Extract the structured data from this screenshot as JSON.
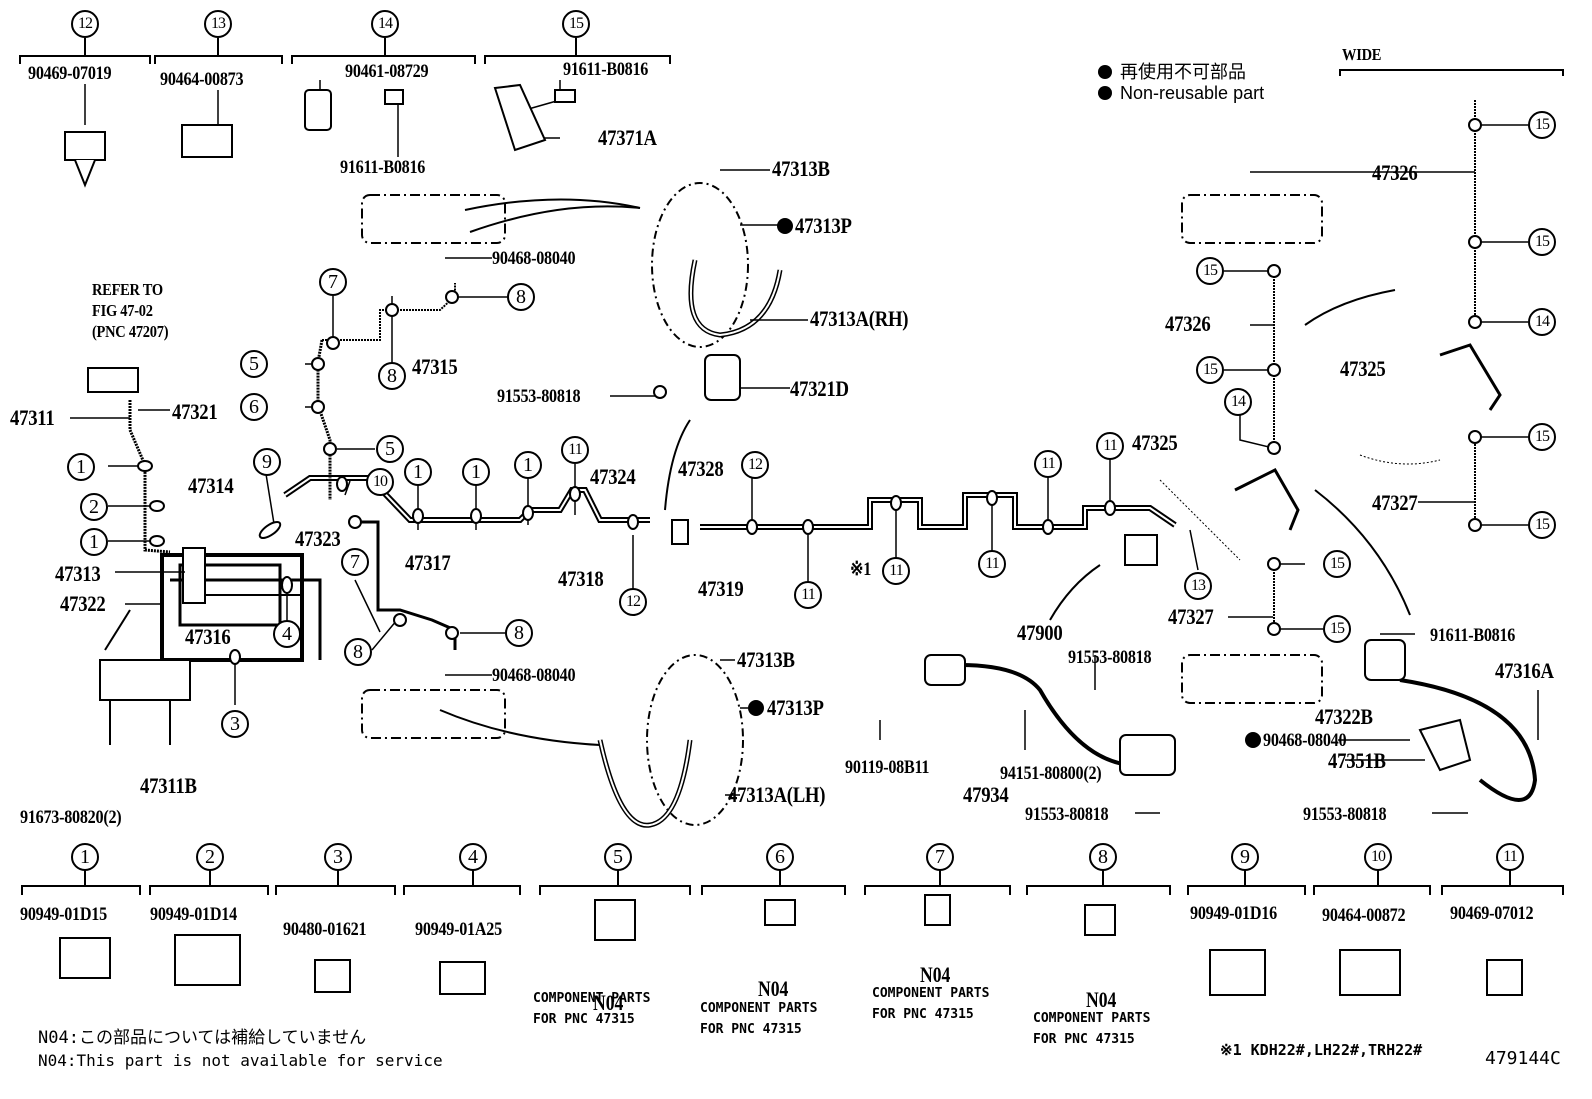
{
  "figure_code": "479144C",
  "legend": {
    "non_reusable_jp": "再使用不可部品",
    "non_reusable_en": "Non-reusable part"
  },
  "wide_label": "WIDE",
  "refer_note": [
    "REFER TO",
    "FIG 47-02",
    "(PNC 47207)"
  ],
  "footnote_variant": "※1 KDH22#,LH22#,TRH22#",
  "n04_note_jp": "N04:この部品については補給していません",
  "n04_note_en": "N04:This part is not available for service",
  "top_callouts": [
    {
      "num": "12",
      "part": "90469-07019"
    },
    {
      "num": "13",
      "part": "90464-00873"
    },
    {
      "num": "14",
      "parts": [
        "90461-08729",
        "91611-B0816"
      ]
    },
    {
      "num": "15",
      "parts": [
        "91611-B0816",
        "47371A"
      ]
    }
  ],
  "bottom_callouts": [
    {
      "num": "1",
      "part": "90949-01D15"
    },
    {
      "num": "2",
      "part": "90949-01D14"
    },
    {
      "num": "3",
      "part": "90480-01621"
    },
    {
      "num": "4",
      "part": "90949-01A25"
    },
    {
      "num": "5",
      "part": "N04",
      "note": [
        "COMPONENT PARTS",
        "FOR PNC 47315"
      ]
    },
    {
      "num": "6",
      "part": "N04",
      "note": [
        "COMPONENT PARTS",
        "FOR PNC 47315"
      ]
    },
    {
      "num": "7",
      "part": "N04",
      "note": [
        "COMPONENT PARTS",
        "FOR PNC 47315"
      ]
    },
    {
      "num": "8",
      "part": "N04",
      "note": [
        "COMPONENT PARTS",
        "FOR PNC 47315"
      ]
    },
    {
      "num": "9",
      "part": "90949-01D16"
    },
    {
      "num": "10",
      "part": "90464-00872"
    },
    {
      "num": "11",
      "part": "90469-07012"
    }
  ],
  "part_labels": {
    "p47311": "47311",
    "p47321": "47321",
    "p47314": "47314",
    "p47313": "47313",
    "p47322": "47322",
    "p47316": "47316",
    "p47323": "47323",
    "p47311B": "47311B",
    "p91673": "91673-80820(2)",
    "p47315": "47315",
    "p90468_top": "90468-08040",
    "p47313B_top": "47313B",
    "p47313P_top": "47313P",
    "p47313A_RH": "47313A(RH)",
    "p91553_mid": "91553-80818",
    "p47321D": "47321D",
    "p47324": "47324",
    "p47328": "47328",
    "p47318": "47318",
    "p47319": "47319",
    "p47317": "47317",
    "p90468_bot": "90468-08040",
    "p47313B_bot": "47313B",
    "p47313P_bot": "47313P",
    "p47313A_LH": "47313A(LH)",
    "p47325": "47325",
    "p47900": "47900",
    "p91553_a": "91553-80818",
    "p90119": "90119-08B11",
    "p94151": "94151-80800(2)",
    "p47934": "47934",
    "p91553_b": "91553-80818",
    "p47326": "47326",
    "p47327": "47327",
    "w47326": "47326",
    "w47325": "47325",
    "w47327": "47327",
    "p91611_r": "91611-B0816",
    "p47316A": "47316A",
    "p47322B": "47322B",
    "p90468_r": "90468-08040",
    "p47351B": "47351B",
    "p91553_r": "91553-80818",
    "x1": "※1"
  }
}
